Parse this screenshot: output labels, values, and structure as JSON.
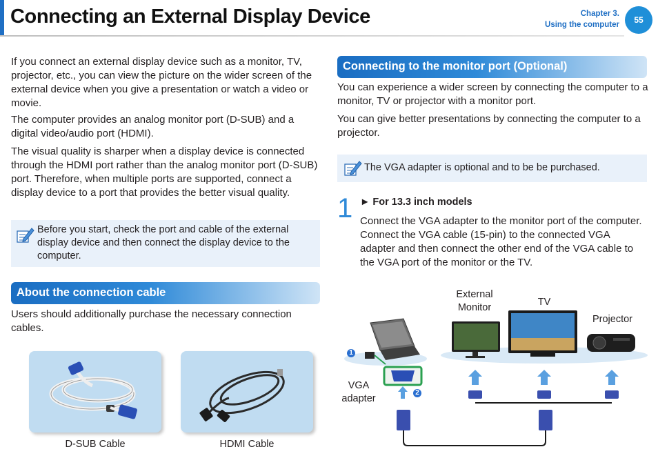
{
  "header": {
    "title": "Connecting an External Display Device",
    "chapter_line1": "Chapter 3.",
    "chapter_line2": "Using the computer",
    "page_number": "55"
  },
  "left": {
    "p1": "If you connect an external display device such as a monitor, TV, projector, etc., you can view the picture on the wider screen of the external device when you give a presentation or watch a video or movie.",
    "p2": "The computer provides an analog monitor port (D-SUB) and a digital video/audio port (HDMI).",
    "p3": "The visual quality is sharper when a display device is connected through the HDMI port rather than the analog monitor port (D-SUB) port. Therefore, when multiple ports are supported, connect a display device to a port that provides the better visual quality.",
    "note": "Before you start, check the port and cable of the external display device and then connect the display device to the computer.",
    "section_title": "About the connection cable",
    "section_text": "Users should additionally purchase the necessary connection cables.",
    "caption_dsub": "D-SUB Cable",
    "caption_hdmi": "HDMI Cable"
  },
  "right": {
    "section_title": "Connecting to the monitor port (Optional)",
    "p1": "You can experience a wider screen by connecting the computer to a monitor, TV or projector with a monitor port.",
    "p2": "You can give better presentations by connecting the computer to a projector.",
    "note": "The VGA adapter is optional and to be be purchased.",
    "step_number": "1",
    "step_heading": "► For 13.3 inch models",
    "step_text": "Connect the VGA adapter to the monitor port of the computer. Connect the VGA cable (15-pin) to the connected VGA adapter and then connect the other end of the VGA cable to the VGA port of the monitor or the TV."
  },
  "diagram": {
    "label_monitor": "External Monitor",
    "label_tv": "TV",
    "label_projector": "Projector",
    "label_vga": "VGA adapter",
    "badge1": "1",
    "badge2": "2"
  },
  "colors": {
    "accent": "#1f6fc4",
    "note_bg": "#e9f1fa",
    "box_bg": "#c0dcf1"
  }
}
